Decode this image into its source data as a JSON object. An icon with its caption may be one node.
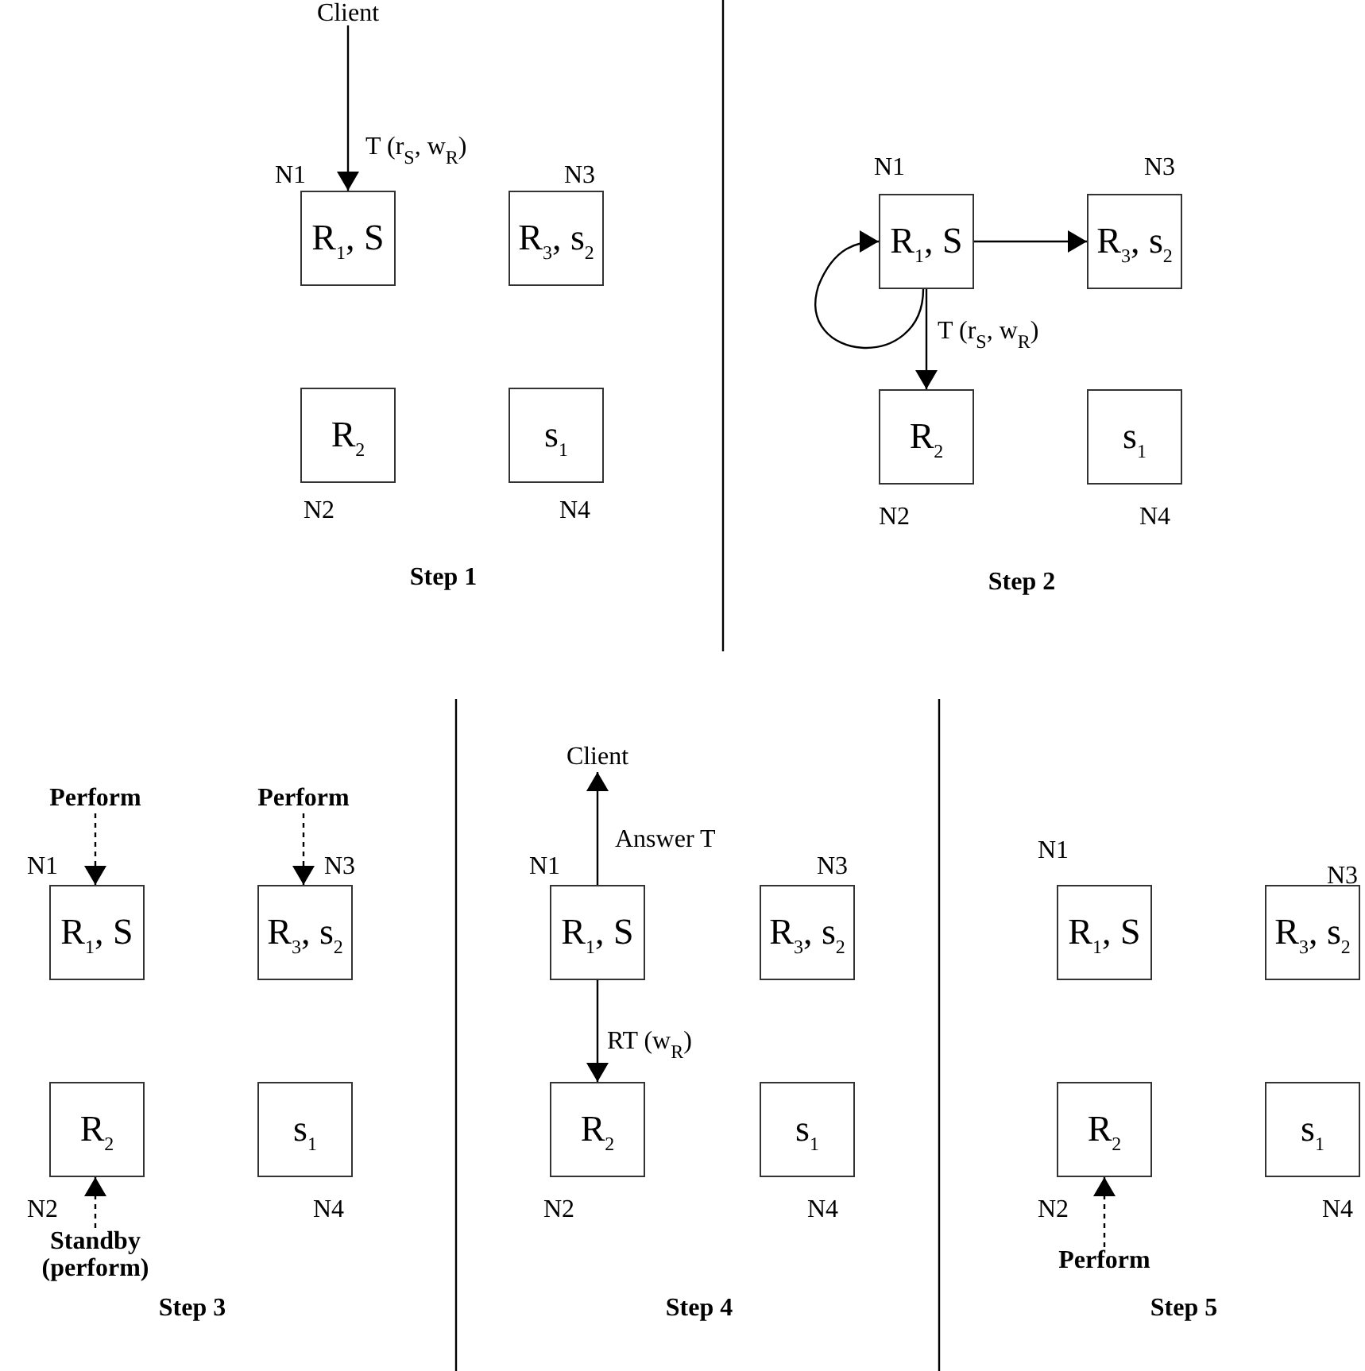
{
  "diagram": {
    "nodes": [
      {
        "text": [
          "Client"
        ]
      },
      {
        "text": [
          "R$_{1}$, S"
        ],
        "beside": [
          "N1"
        ]
      },
      {
        "text": [
          "R$_{3}$, s$_{2}$"
        ],
        "beside": [
          "N3"
        ]
      },
      {
        "text": [
          "R$_{2}$"
        ],
        "beside": [
          "N2"
        ]
      },
      {
        "text": [
          "s$_{1}$"
        ],
        "beside": [
          "N4"
        ]
      },
      {
        "text": [
          "R$_{1}$, S"
        ],
        "beside": [
          "N1"
        ]
      },
      {
        "text": [
          "R$_{3}$, s$_{2}$"
        ],
        "beside": [
          "N3"
        ]
      },
      {
        "text": [
          "R$_{2}$"
        ],
        "beside": [
          "N2"
        ]
      },
      {
        "text": [
          "s$_{1}$"
        ],
        "beside": [
          "N4"
        ]
      },
      {
        "text": [
          "Perform"
        ]
      },
      {
        "text": [
          "Perform"
        ]
      },
      {
        "text": [
          "R$_{1}$, S"
        ],
        "beside": [
          "N1"
        ]
      },
      {
        "text": [
          "R$_{3}$, s$_{2}$"
        ],
        "beside": [
          "N3"
        ]
      },
      {
        "text": [
          "R$_{2}$"
        ],
        "beside": [
          "N2"
        ]
      },
      {
        "text": [
          "s$_{1}$"
        ],
        "beside": [
          "N4"
        ]
      },
      {
        "text": [
          "Standby (perform)"
        ]
      },
      {
        "text": [
          "Client"
        ]
      },
      {
        "text": [
          "R$_{1}$, S"
        ],
        "beside": [
          "N1"
        ]
      },
      {
        "text": [
          "R$_{3}$, s$_{2}$"
        ],
        "beside": [
          "N3"
        ]
      },
      {
        "text": [
          "R$_{2}$"
        ],
        "beside": [
          "N2"
        ]
      },
      {
        "text": [
          "s$_{1}$"
        ],
        "beside": [
          "N4"
        ]
      },
      {
        "text": [
          "R$_{1}$, S"
        ],
        "beside": [
          "N1"
        ]
      },
      {
        "text": [
          "R$_{3}$, s$_{2}$"
        ],
        "beside": [
          "N3"
        ]
      },
      {
        "text": [
          "R$_{2}$"
        ],
        "beside": [
          "N2"
        ]
      },
      {
        "text": [
          "s$_{1}$"
        ],
        "beside": [
          "N4"
        ]
      },
      {
        "text": [
          "Perform"
        ]
      }
    ],
    "edges": [
      {
        "from": 0,
        "to": 1,
        "arrow": "to",
        "label": "T (r$_{S}$, w$_{R}$)"
      },
      {
        "from": 5,
        "to": 6,
        "arrow": "to"
      },
      {
        "from": 5,
        "to": 5,
        "arrow": "to"
      },
      {
        "from": 5,
        "to": 7,
        "arrow": "to",
        "label": "T (r$_{S}$, w$_{R}$)"
      },
      {
        "from": 9,
        "to": 11,
        "arrow": "to",
        "style": "dashed"
      },
      {
        "from": 10,
        "to": 12,
        "arrow": "to",
        "style": "dashed"
      },
      {
        "from": 15,
        "to": 13,
        "arrow": "to",
        "style": "dashed"
      },
      {
        "from": 17,
        "to": 16,
        "arrow": "to",
        "label": "Answer T"
      },
      {
        "from": 17,
        "to": 19,
        "arrow": "to",
        "label": "RT (w$_{R}$)"
      },
      {
        "from": 25,
        "to": 23,
        "arrow": "to",
        "style": "dashed"
      }
    ],
    "labels": [
      "Step 1",
      "Step 2",
      "Step 3",
      "Step 4",
      "Step 5"
    ]
  }
}
